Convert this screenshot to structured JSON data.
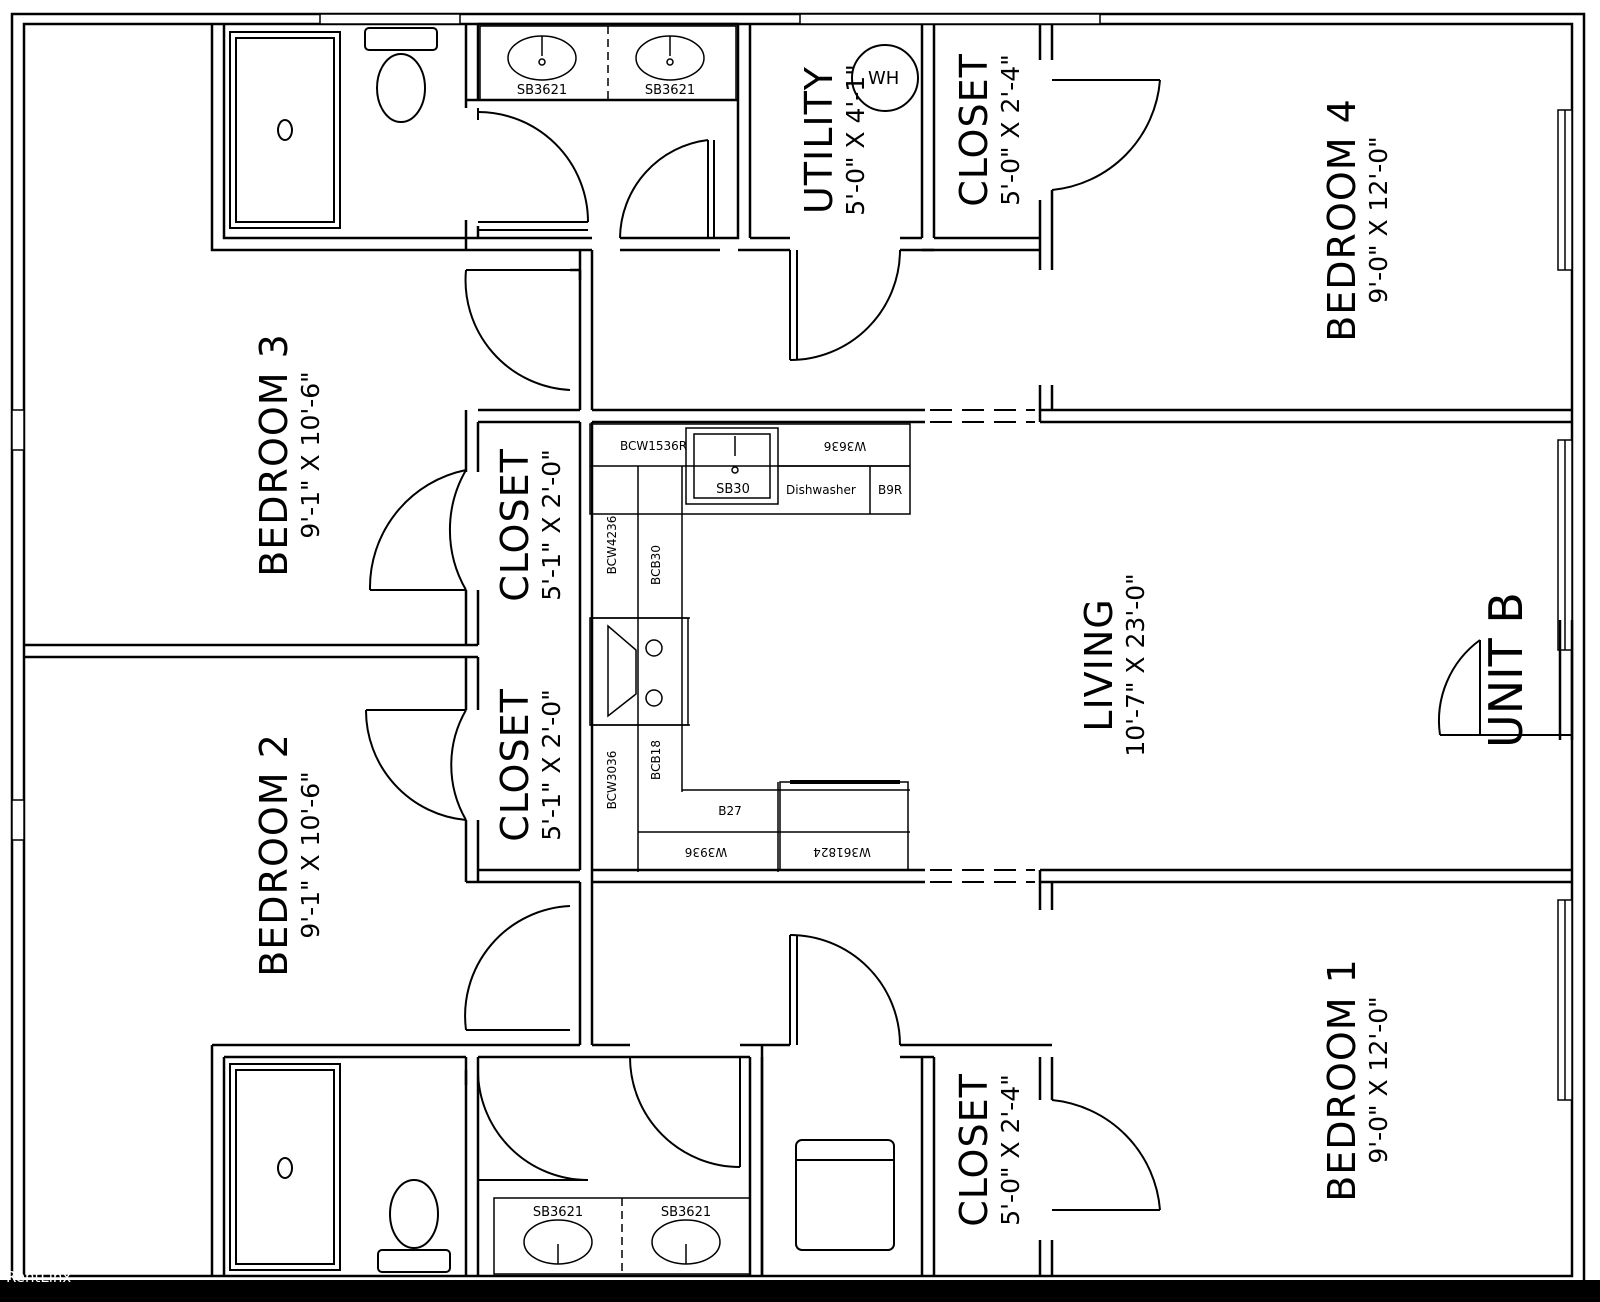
{
  "rooms": {
    "bedroom3": {
      "name": "BEDROOM 3",
      "dims": "9'-1\" X 10'-6\""
    },
    "bedroom2": {
      "name": "BEDROOM 2",
      "dims": "9'-1\" X 10'-6\""
    },
    "bedroom4": {
      "name": "BEDROOM 4",
      "dims": "9'-0\" X 12'-0\""
    },
    "bedroom1": {
      "name": "BEDROOM 1",
      "dims": "9'-0\" X 12'-0\""
    },
    "utility": {
      "name": "UTILITY",
      "dims": "5'-0\" X 4'-1\""
    },
    "closet_top_right": {
      "name": "CLOSET",
      "dims": "5'-0\" X 2'-4\""
    },
    "closet_bottom_right": {
      "name": "CLOSET",
      "dims": "5'-0\" X 2'-4\""
    },
    "closet_mid_top": {
      "name": "CLOSET",
      "dims": "5'-1\" X 2'-0\""
    },
    "closet_mid_bottom": {
      "name": "CLOSET",
      "dims": "5'-1\" X 2'-0\""
    },
    "living": {
      "name": "LIVING",
      "dims": "10'-7\" X 23'-0\""
    }
  },
  "unit_label": "UNIT B",
  "water_heater": "WH",
  "sinks": {
    "top_left": "SB3621",
    "top_right": "SB3621",
    "bottom_left": "SB3621",
    "bottom_right": "SB3621",
    "kitchen": "SB30"
  },
  "cabinets": {
    "bcw1536r": "BCW1536R",
    "w3636": "W3636",
    "dishwasher": "Dishwasher",
    "b9r": "B9R",
    "bcw4236": "BCW4236",
    "bcb30": "BCB30",
    "bcw3036": "BCW3036",
    "bcb18": "BCB18",
    "b27": "B27",
    "w3936": "W3936",
    "w361824": "W361824"
  },
  "watermark": "RentLinx",
  "colors": {
    "line": "#000000",
    "background": "#ffffff"
  }
}
